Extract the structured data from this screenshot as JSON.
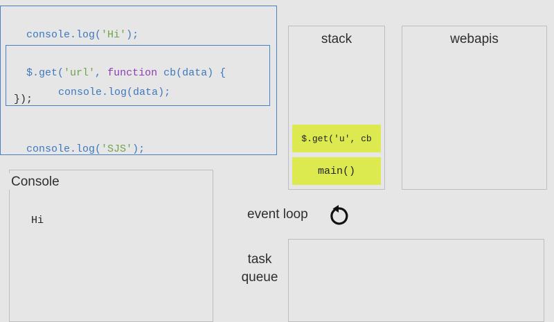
{
  "code": {
    "line1": {
      "fn": "console.log(",
      "arg": "'Hi'",
      "end": ");"
    },
    "line2": {
      "fn": "$.get(",
      "arg": "'url'",
      "comma": ", ",
      "kw": "function",
      "name": " cb(",
      "param": "data",
      "end": ") {"
    },
    "line3": {
      "fn": "console.log(",
      "arg": "data",
      "end": ");"
    },
    "line4": "});",
    "line5": {
      "fn": "console.log(",
      "arg": "'SJS'",
      "end": ");"
    }
  },
  "console": {
    "label": "Console",
    "output": "Hi"
  },
  "stack": {
    "title": "stack",
    "frames": [
      "$.get('u', cb",
      "main()"
    ]
  },
  "webapis": {
    "title": "webapis"
  },
  "event_loop": {
    "label": "event loop",
    "icon": "refresh-icon"
  },
  "task_queue": {
    "label_line1": "task",
    "label_line2": "queue"
  },
  "colors": {
    "frame": "#dcea4f",
    "code_border": "#4a7fc6",
    "string": "#6fa34a",
    "keyword": "#8e3db1",
    "code": "#3d78bf"
  }
}
